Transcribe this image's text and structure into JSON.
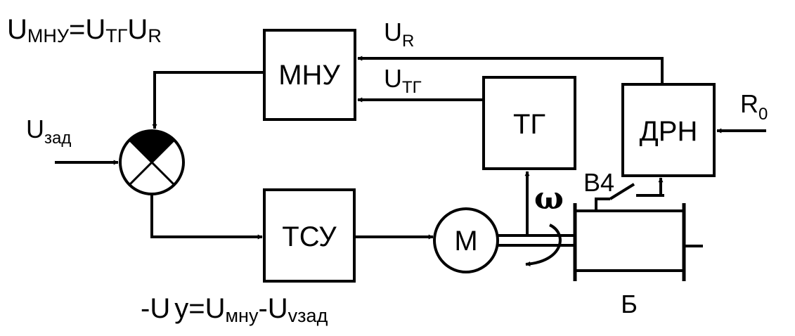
{
  "colors": {
    "line": "#000000",
    "background": "#ffffff"
  },
  "blocks": {
    "mnu": "МНУ",
    "tg": "ТГ",
    "drn": "ДРН",
    "tsu": "ТСУ",
    "motor": "М"
  },
  "signals": {
    "u_r": {
      "base": "U",
      "sub": "R"
    },
    "u_tg": {
      "base": "U",
      "sub": "ТГ"
    },
    "u_zad": {
      "base": "U",
      "sub": "зад"
    },
    "r0": {
      "base": "R",
      "sub": "0"
    },
    "omega": "ω",
    "switch": "В4",
    "drum": "Б"
  },
  "equations": {
    "top": {
      "u1": "U",
      "s1": "МНУ",
      "eq": "=U",
      "s2": "ТГ",
      "u3": "U",
      "s3": "R"
    },
    "bottom": {
      "p1": "-U",
      "s1": "у",
      "p2": "=U",
      "s2": "мну",
      "p3": "-U",
      "s3": "vзад"
    }
  }
}
